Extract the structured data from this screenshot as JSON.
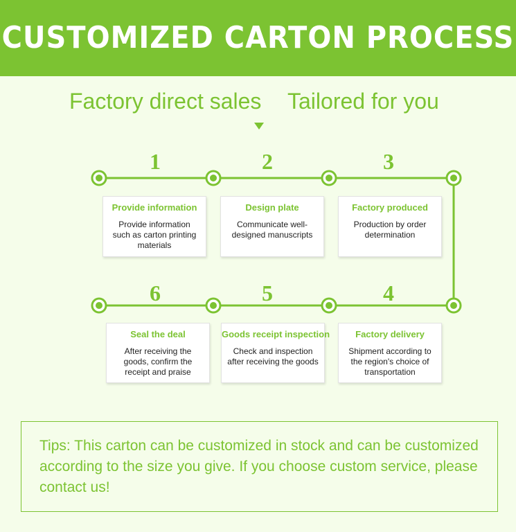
{
  "header": {
    "title": "CUSTOMIZED CARTON PROCESS"
  },
  "tagline": {
    "left": "Factory direct sales",
    "right": "Tailored for you"
  },
  "colors": {
    "accent": "#7cc332",
    "background": "#f5fdea"
  },
  "steps": [
    {
      "number": "1",
      "title": "Provide information",
      "description": "Provide information such as carton printing materials"
    },
    {
      "number": "2",
      "title": "Design plate",
      "description": "Communicate well-designed manuscripts"
    },
    {
      "number": "3",
      "title": "Factory produced",
      "description": "Production by order determination"
    },
    {
      "number": "4",
      "title": "Factory delivery",
      "description": "Shipment according to the region's choice of transportation"
    },
    {
      "number": "5",
      "title": "Goods receipt inspection",
      "description": "Check and inspection after receiving the goods"
    },
    {
      "number": "6",
      "title": "Seal the deal",
      "description": "After receiving the goods, confirm the receipt and praise"
    }
  ],
  "tips": {
    "text": "Tips: This carton can be customized in stock and can be customized according to the size you give. If you choose custom service, please contact us!"
  }
}
